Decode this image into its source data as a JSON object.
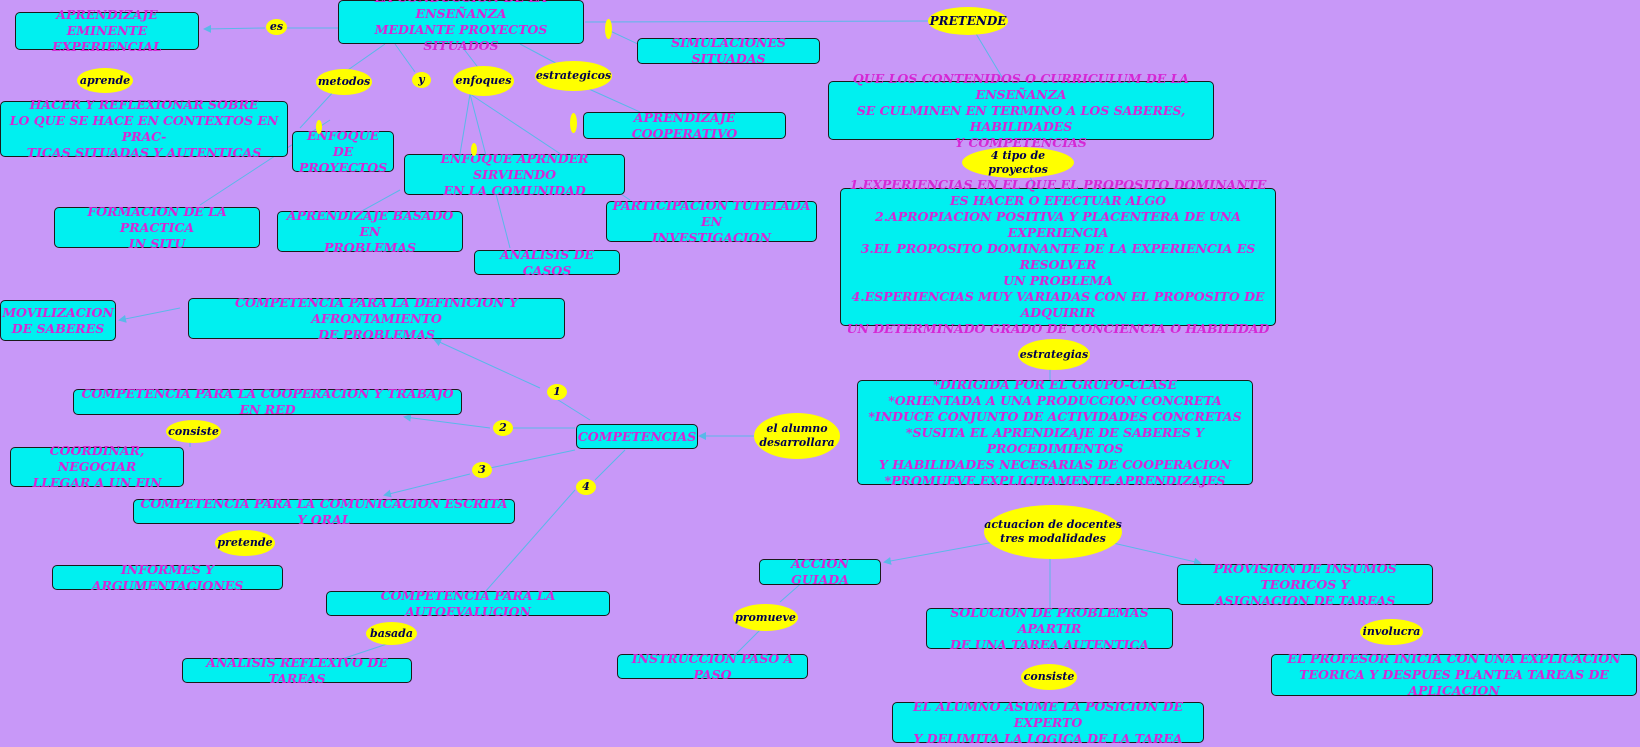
{
  "nodes": {
    "main": "LA CONDUCCION DE LA ENSEÑANZA\nMEDIANTE PROYECTOS SITUADOS",
    "aprendizaje_eminente": "APRENDIZAJE EMINENTE\nEXPERIENCIAL",
    "simulaciones": "SIMULACIONES SITUADAS",
    "que_los_contenidos": "QUE LOS CONTENIDOS O CURRICULUM DE LA ENSEÑANZA\nSE CULMINEN EN TERMINO A LOS SABERES, HABILIDADES\nY COMPETENCIAS",
    "hacer_reflexionar": "HACER Y REFLEXIONAR SOBRE\nLO QUE SE HACE EN CONTEXTOS EN PRAC-\nTICAS SITUADAS Y AUTENTICAS",
    "enfoque_proyectos": "ENFOQUE DE\nPROYECTOS",
    "enfoque_aprnder": "ENFOQUE APRNDER SIRVIENDO\nEN LA COMUNIDAD",
    "aprendizaje_cooperativo": "APRENDIZAJE COOPERATIVO",
    "formacion_practica": "FORMACION DE LA PRACTICA\nIN SITU",
    "aprendizaje_basado": "APRENDIZAJE BASADO EN\nPROBLEMAS",
    "participacion": "PARTICIPACION TUTELADA EN\nINVESTIGACION",
    "analisis_casos": "ANALISIS DE CASOS",
    "experiencias": "1.EXPERIENCIAS EN EL QUE EL PROPOSITO DOMINANTE\nES HACER O EFECTUAR ALGO\n2.APROPIACION POSITIVA Y PLACENTERA DE UNA\nEXPERIENCIA\n3.EL PROPOSITO DOMINANTE DE LA EXPERIENCIA ES RESOLVER\nUN PROBLEMA\n4.ESPERIENCIAS MUY VARIADAS CON EL PROPOSITO DE ADQUIRIR\nUN DETERMINADO GRADO DE CONCIENCIA O HABILIDAD",
    "movilizacion": "MOVILIZACION\nDE SABERES",
    "comp_definicion": "COMPETENCIA PARA LA DEFINICION Y AFRONTAMIENTO\nDE PROBLEMAS",
    "comp_cooperacion": "COMPETENCIA PARA LA COOPERACION Y TRABAJO EN RED",
    "competencias": "COMPETENCIAS",
    "dirigida": "*DIRIGIDA POR EL GRUPO-CLASE\n*ORIENTADA A UNA PRODUCCION CONCRETA\n*INDUCE CONJUNTO DE ACTIVIDADES CONCRETAS\n*SUSITA EL APRENDIZAJE DE SABERES Y PROCEDIMIENTOS\nY HABILIDADES NECESARIAS DE COOPERACION\n*PROMUEVE EXPLICITAMENTE APRENDIZAJES",
    "coordinar": "COORDINAR, NEGOCIAR\nLLEGAR A UN FIN",
    "comp_comunicacion": "COMPETENCIA PARA LA COMUNICACION ESCRITA Y ORAL",
    "informes": "INFORMES Y ARGUMENTACIONES",
    "accion_guiada": "ACCION GUIADA",
    "provision": "PROVISION DE INSUMOS TEORICOS Y\nASIGNACION DE TAREAS",
    "comp_autoevaluacion": "COMPETENCIA PARA LA AUTOEVALUCION",
    "solucion_problemas": "SOLUCION DE PROBLEMAS APARTIR\nDE UNA TAREA AUTENTICA",
    "analisis_reflexivo": "ANALISIS REFLEXIVO DE TAREAS",
    "instruccion": "INSTRUCCION PASO A PASO",
    "el_profesor": "EL PROFESOR INICIA CON UNA EXPLICACION\nTEORICA Y DESPUES PLANTEA TAREAS DE APLICACION",
    "el_alumno_asume": "EL ALUMNO ASUME LA POSICION DE EXPERTO\nY DELIMITA LA LOGICA DE LA TAREA"
  },
  "links": {
    "es": "es",
    "pretende_top": "PRETENDE",
    "aprende": "aprende",
    "metodos": "metodos",
    "y": "y",
    "enfoques": "enfoques",
    "estrategicos": "estrategicos",
    "tipo_proyectos": "4 tipo de proyectos",
    "estrategias": "estrategias",
    "n1": "1",
    "n2": "2",
    "n3": "3",
    "n4": "4",
    "consiste_left": "consiste",
    "el_alumno": "el alumno\ndesarrollara",
    "pretende_left": "pretende",
    "actuacion": "actuacion de docentes\ntres modalidades",
    "promueve": "promueve",
    "involucra": "involucra",
    "basada": "basada",
    "consiste_bottom": "consiste"
  },
  "colors": {
    "background": "#c898f8",
    "node_fill": "#00f0f0",
    "node_text": "#d528d5",
    "link_fill": "#ffff00",
    "link_text": "#000050",
    "edge": "#5ab8e8"
  }
}
